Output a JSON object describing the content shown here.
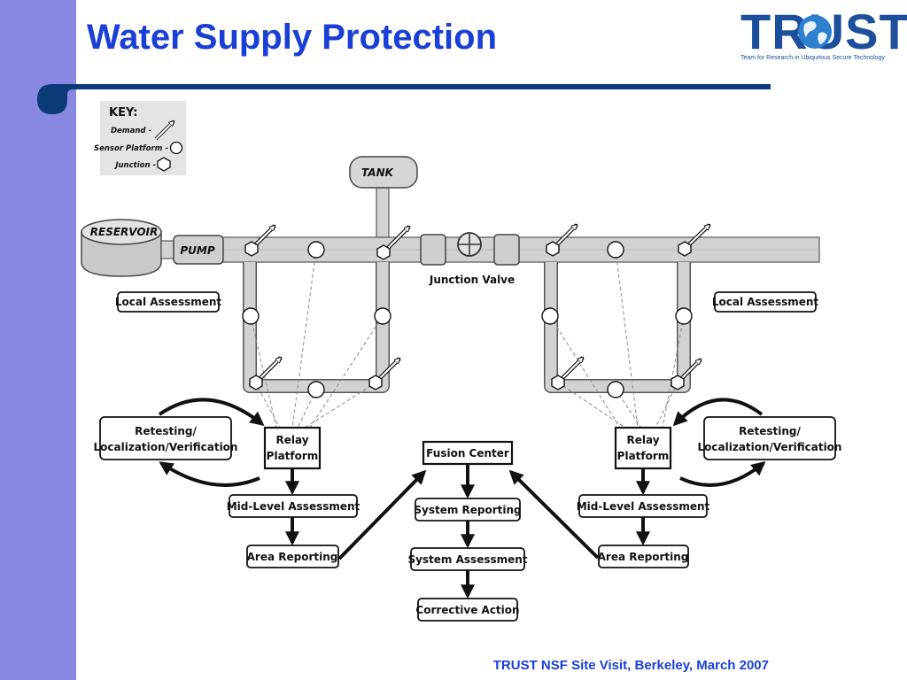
{
  "slide": {
    "title": "Water Supply Protection",
    "footer": "TRUST NSF Site Visit, Berkeley, March 2007"
  },
  "logo": {
    "word": "TRUST",
    "tagline": "Team for Research in Ubiquitous Secure Technology"
  },
  "key": {
    "heading": "KEY:",
    "demand": "Demand -",
    "sensor_platform": "Sensor Platform -",
    "junction": "Junction -"
  },
  "labels": {
    "tank": "TANK",
    "reservoir": "RESERVOIR",
    "pump": "PUMP",
    "junction_valve": "Junction Valve",
    "local_assessment_left": "Local Assessment",
    "local_assessment_right": "Local Assessment"
  },
  "flow": {
    "left_retest": [
      "Retesting/",
      "Localization/Verification"
    ],
    "left_relay": [
      "Relay",
      "Platform"
    ],
    "left_mid": "Mid-Level Assessment",
    "left_area": "Area Reporting",
    "fusion": "Fusion Center",
    "system_reporting": "System Reporting",
    "system_assessment": "System Assessment",
    "corrective_action": "Corrective Action",
    "right_relay": [
      "Relay",
      "Platform"
    ],
    "right_mid": "Mid-Level Assessment",
    "right_area": "Area Reporting",
    "right_retest": [
      "Retesting/",
      "Localization/Verification"
    ]
  },
  "colors": {
    "side_bar": "#8888e2",
    "title": "#1a3fd6",
    "rule": "#0b3a78",
    "logo": "#1c4f9c",
    "pipe": "#d2d2d2"
  }
}
